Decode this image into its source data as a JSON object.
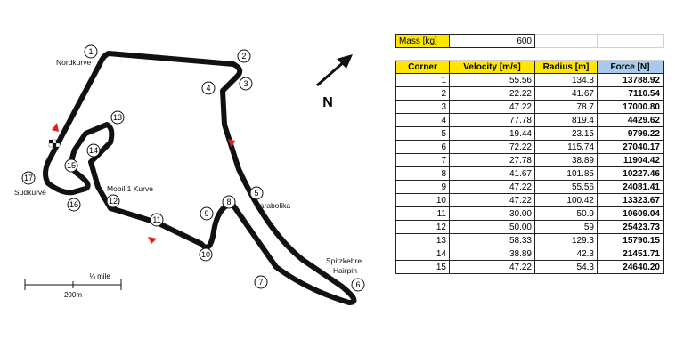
{
  "map": {
    "corners": [
      {
        "n": "1"
      },
      {
        "n": "2"
      },
      {
        "n": "3"
      },
      {
        "n": "4"
      },
      {
        "n": "5"
      },
      {
        "n": "6"
      },
      {
        "n": "7"
      },
      {
        "n": "8"
      },
      {
        "n": "9"
      },
      {
        "n": "10"
      },
      {
        "n": "11"
      },
      {
        "n": "12"
      },
      {
        "n": "13"
      },
      {
        "n": "14"
      },
      {
        "n": "15"
      },
      {
        "n": "16"
      },
      {
        "n": "17"
      }
    ],
    "labels": {
      "nordkurve": "Nordkurve",
      "sudkurve": "Sudkurve",
      "mobil": "Mobil 1 Kurve",
      "parabolika": "Parabolika",
      "spitz1": "Spitzkehre",
      "spitz2": "Hairpin",
      "north": "N"
    },
    "scale": {
      "mile": "¼ mile",
      "meters": "200m"
    }
  },
  "table": {
    "mass_label": "Mass [kg]",
    "mass_value": "600",
    "headers": [
      "Corner",
      "Velocity [m/s]",
      "Radius [m]",
      "Force [N]"
    ],
    "rows": [
      [
        "1",
        "55.56",
        "134.3",
        "13788.92"
      ],
      [
        "2",
        "22.22",
        "41.67",
        "7110.54"
      ],
      [
        "3",
        "47.22",
        "78.7",
        "17000.80"
      ],
      [
        "4",
        "77.78",
        "819.4",
        "4429.62"
      ],
      [
        "5",
        "19.44",
        "23.15",
        "9799.22"
      ],
      [
        "6",
        "72.22",
        "115.74",
        "27040.17"
      ],
      [
        "7",
        "27.78",
        "38.89",
        "11904.42"
      ],
      [
        "8",
        "41.67",
        "101.85",
        "10227.46"
      ],
      [
        "9",
        "47.22",
        "55.56",
        "24081.41"
      ],
      [
        "10",
        "47.22",
        "100.42",
        "13323.67"
      ],
      [
        "11",
        "30.00",
        "50.9",
        "10609.04"
      ],
      [
        "12",
        "50.00",
        "59",
        "25423.73"
      ],
      [
        "13",
        "58.33",
        "129.3",
        "15790.15"
      ],
      [
        "14",
        "38.89",
        "42.3",
        "21451.71"
      ],
      [
        "15",
        "47.22",
        "54.3",
        "24640.20"
      ]
    ]
  },
  "colors": {
    "header_yellow": "#ffe600",
    "force_header_blue": "#a9c9ee",
    "flag_red": "#e02020"
  }
}
